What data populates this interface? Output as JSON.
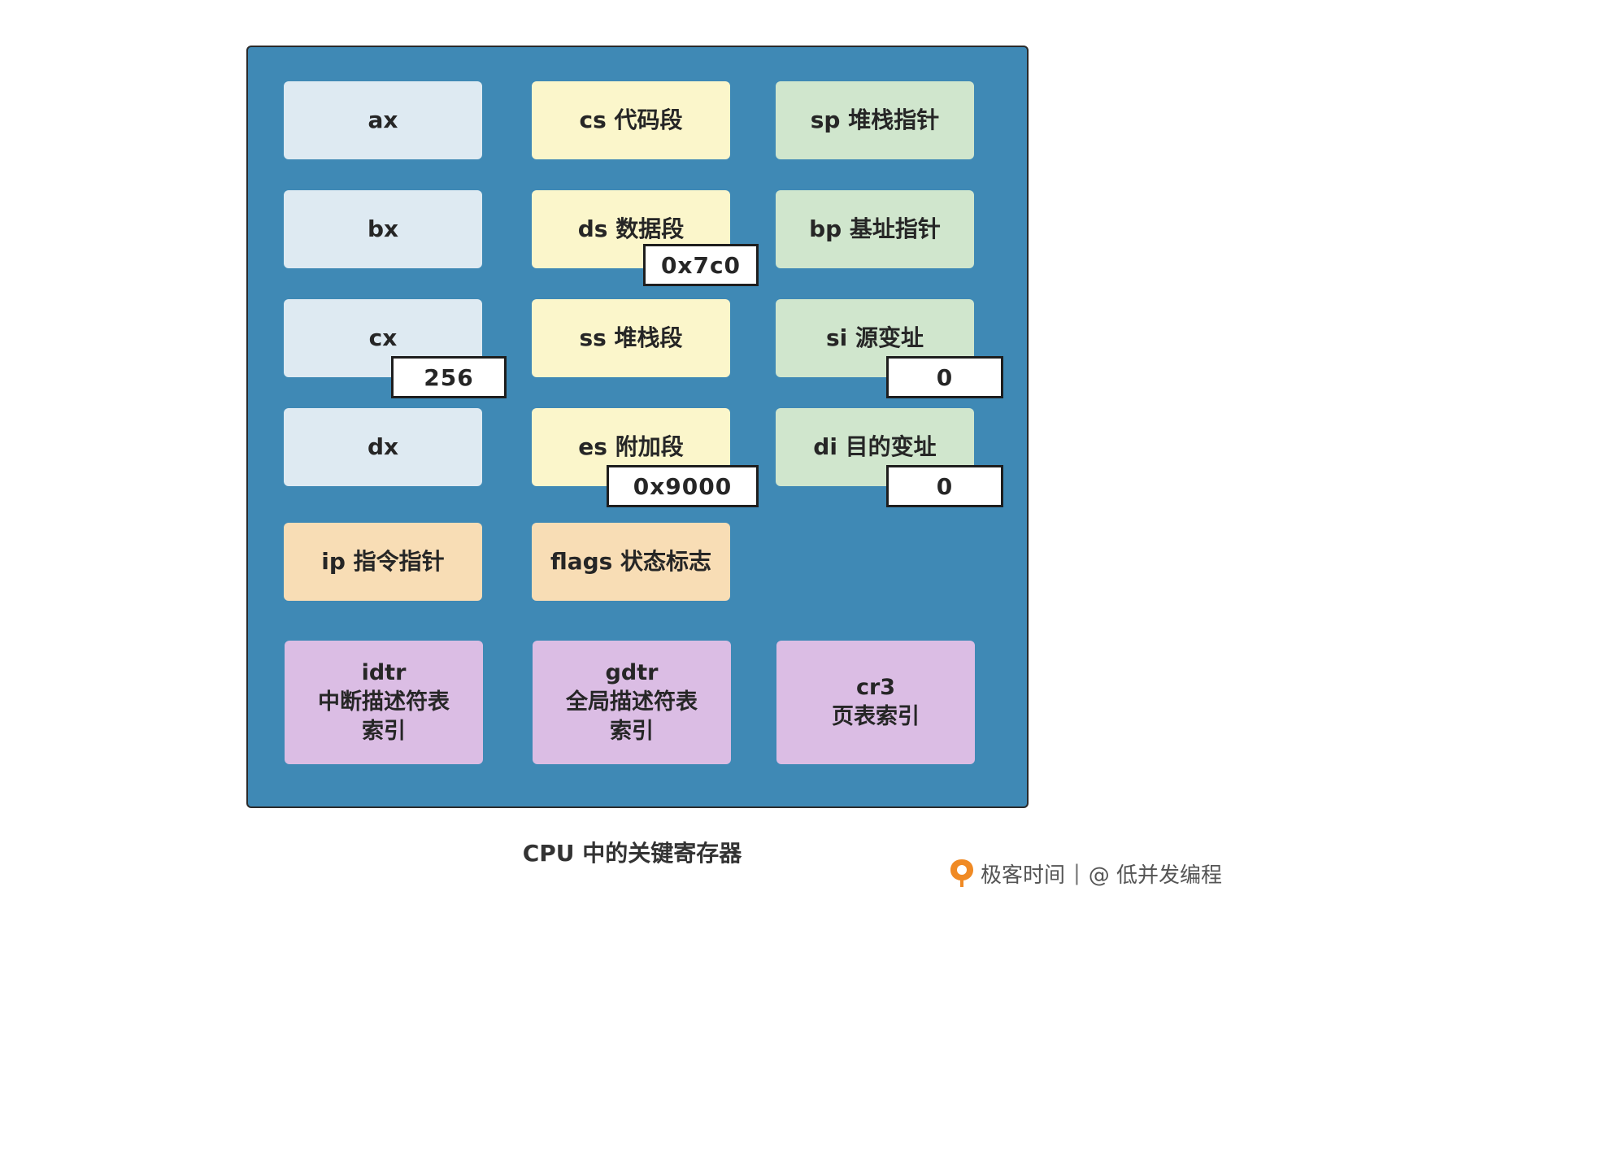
{
  "diagram": {
    "registers": [
      {
        "id": "ax",
        "label": "ax"
      },
      {
        "id": "bx",
        "label": "bx"
      },
      {
        "id": "cx",
        "label": "cx"
      },
      {
        "id": "dx",
        "label": "dx"
      },
      {
        "id": "cs",
        "label": "cs 代码段"
      },
      {
        "id": "ds",
        "label": "ds 数据段"
      },
      {
        "id": "ss",
        "label": "ss 堆栈段"
      },
      {
        "id": "es",
        "label": "es 附加段"
      },
      {
        "id": "sp",
        "label": "sp 堆栈指针"
      },
      {
        "id": "bp",
        "label": "bp 基址指针"
      },
      {
        "id": "si",
        "label": "si 源变址"
      },
      {
        "id": "di",
        "label": "di 目的变址"
      },
      {
        "id": "ip",
        "label": "ip 指令指针"
      },
      {
        "id": "flags",
        "label": "flags 状态标志"
      },
      {
        "id": "idtr",
        "lines": [
          "idtr",
          "中断描述符表",
          "索引"
        ]
      },
      {
        "id": "gdtr",
        "lines": [
          "gdtr",
          "全局描述符表",
          "索引"
        ]
      },
      {
        "id": "cr3",
        "lines": [
          "cr3",
          "页表索引"
        ]
      }
    ],
    "values": {
      "ds": "0x7c0",
      "cx": "256",
      "si": "0",
      "es": "0x9000",
      "di": "0"
    },
    "colors": {
      "panel": "#3f89b5",
      "general_purpose": "#deeaf2",
      "segment": "#fbf6cb",
      "pointer_index": "#d0e6cd",
      "control": "#f8ddb5",
      "system": "#dbbde4"
    }
  },
  "caption": "CPU 中的关键寄存器",
  "watermark": {
    "logo_icon": "geektime-logo-icon",
    "brand": "极客时间",
    "separator": "|",
    "author": "@ 低并发编程"
  }
}
